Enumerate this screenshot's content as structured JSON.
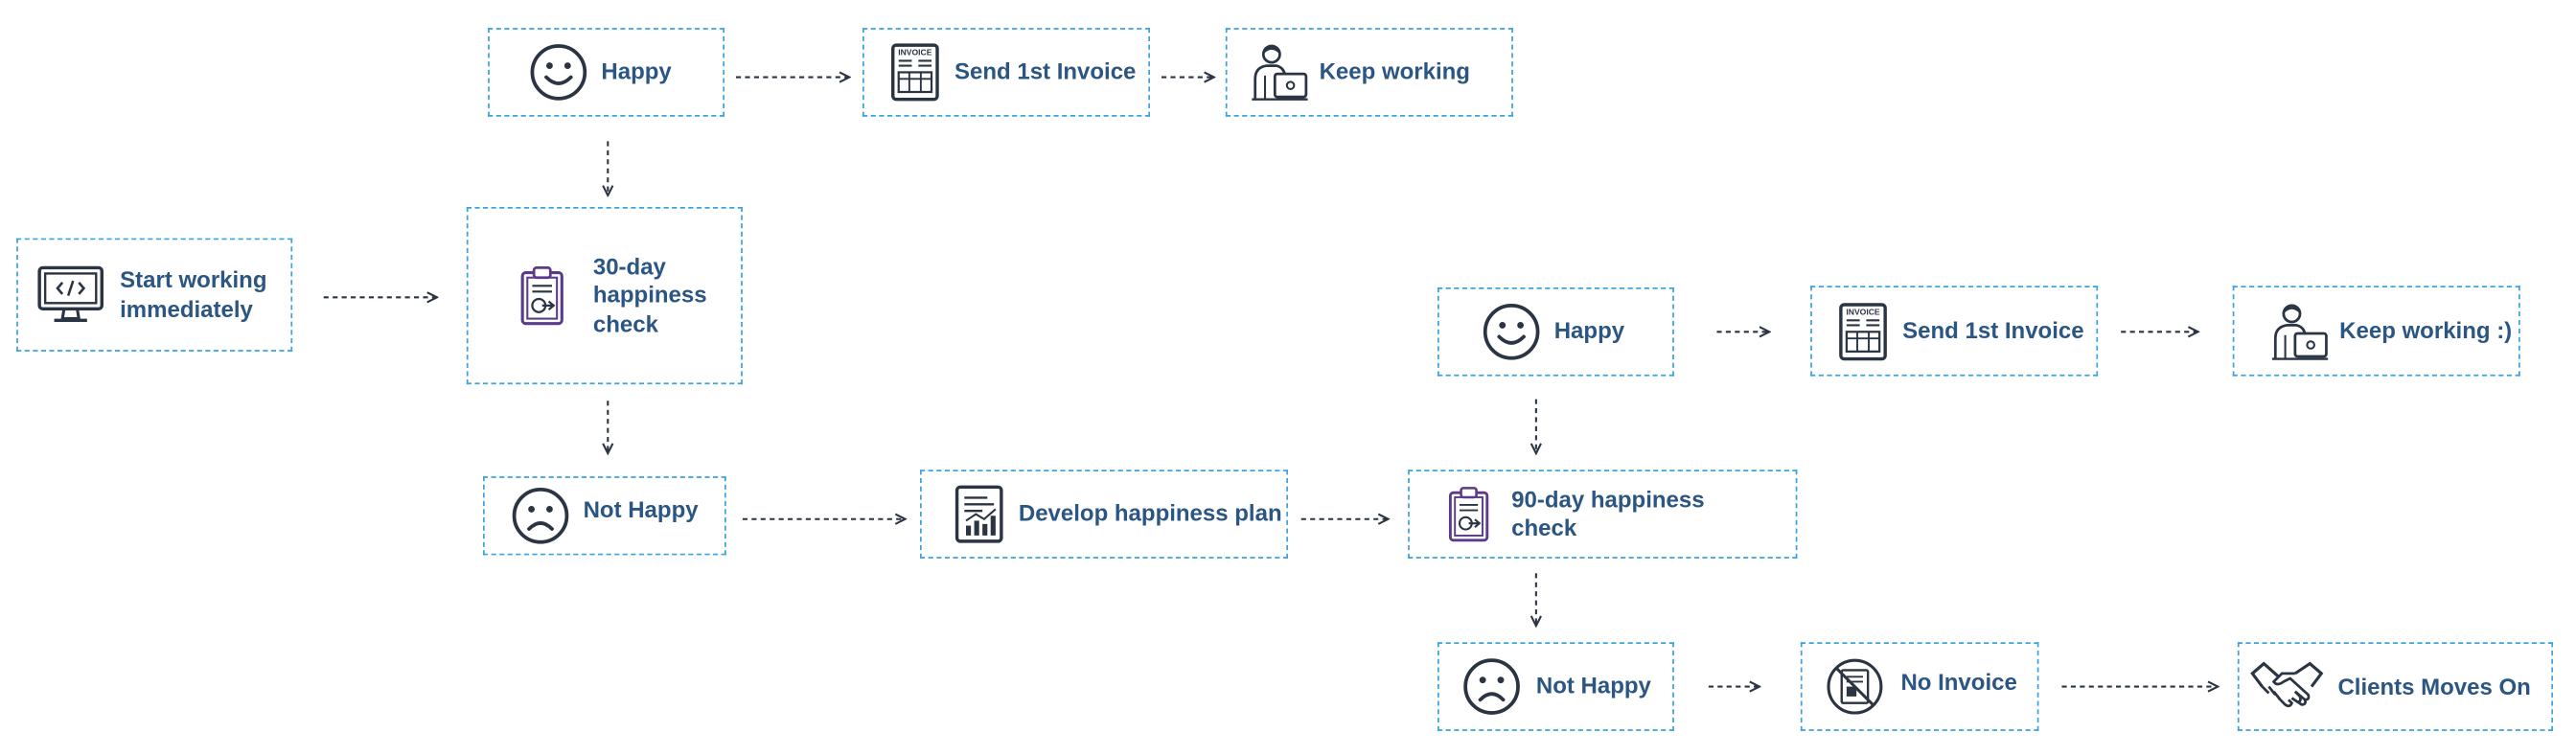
{
  "colors": {
    "border": "#3aa3e0",
    "text": "#2b5583",
    "icon": "#2a3442",
    "icon_accent": "#5b3a8a",
    "arrow": "#2a3442"
  },
  "nodes": {
    "start": {
      "label": "Start working immediately",
      "icon": "monitor-code-icon"
    },
    "check30": {
      "label": "30-day happiness check",
      "icon": "clipboard-check-icon"
    },
    "happy1": {
      "label": "Happy",
      "icon": "smiley-face-icon"
    },
    "invoice1": {
      "label": "Send 1st Invoice",
      "icon": "invoice-icon"
    },
    "keep1": {
      "label": "Keep working",
      "icon": "person-laptop-icon"
    },
    "nothappy1": {
      "label": "Not Happy",
      "icon": "sad-face-icon"
    },
    "plan": {
      "label": "Develop happiness plan",
      "icon": "report-chart-icon"
    },
    "check90": {
      "label": "90-day happiness check",
      "icon": "clipboard-check-icon"
    },
    "happy2": {
      "label": "Happy",
      "icon": "smiley-face-icon"
    },
    "invoice2": {
      "label": "Send 1st Invoice",
      "icon": "invoice-icon"
    },
    "keep2": {
      "label": "Keep working :)",
      "icon": "person-laptop-icon"
    },
    "nothappy2": {
      "label": "Not Happy",
      "icon": "sad-face-icon"
    },
    "noinvoice": {
      "label": "No Invoice",
      "icon": "no-invoice-icon"
    },
    "moveson": {
      "label": "Clients Moves On",
      "icon": "handshake-icon"
    }
  },
  "invoice_icon_text": "INVOICE"
}
